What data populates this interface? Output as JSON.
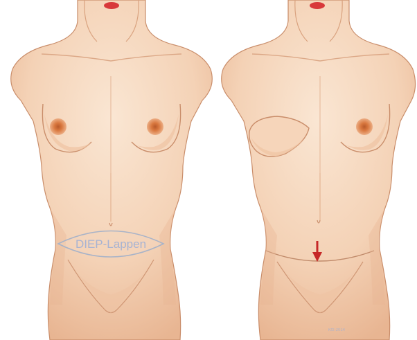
{
  "figure": {
    "panels": [
      {
        "id": "before",
        "flap_label": "DIEP-Lappen",
        "shows_flap_outline": true
      },
      {
        "id": "after",
        "shows_reconstructed_breast": true,
        "shows_arrow": true,
        "corner_mark": "Kfz-2014"
      }
    ],
    "colors": {
      "background": "#ffffff",
      "skin_light": "#f7dcc4",
      "skin_mid": "#efc3a3",
      "skin_shadow": "#e3a783",
      "outline": "#c98d6a",
      "nipple": "#d9783f",
      "nipple_dark": "#b85a2b",
      "lips": "#d8383a",
      "arrow": "#c62828",
      "flap_outline": "#a8b3c8",
      "flap_label": "#9fb0d6"
    }
  }
}
